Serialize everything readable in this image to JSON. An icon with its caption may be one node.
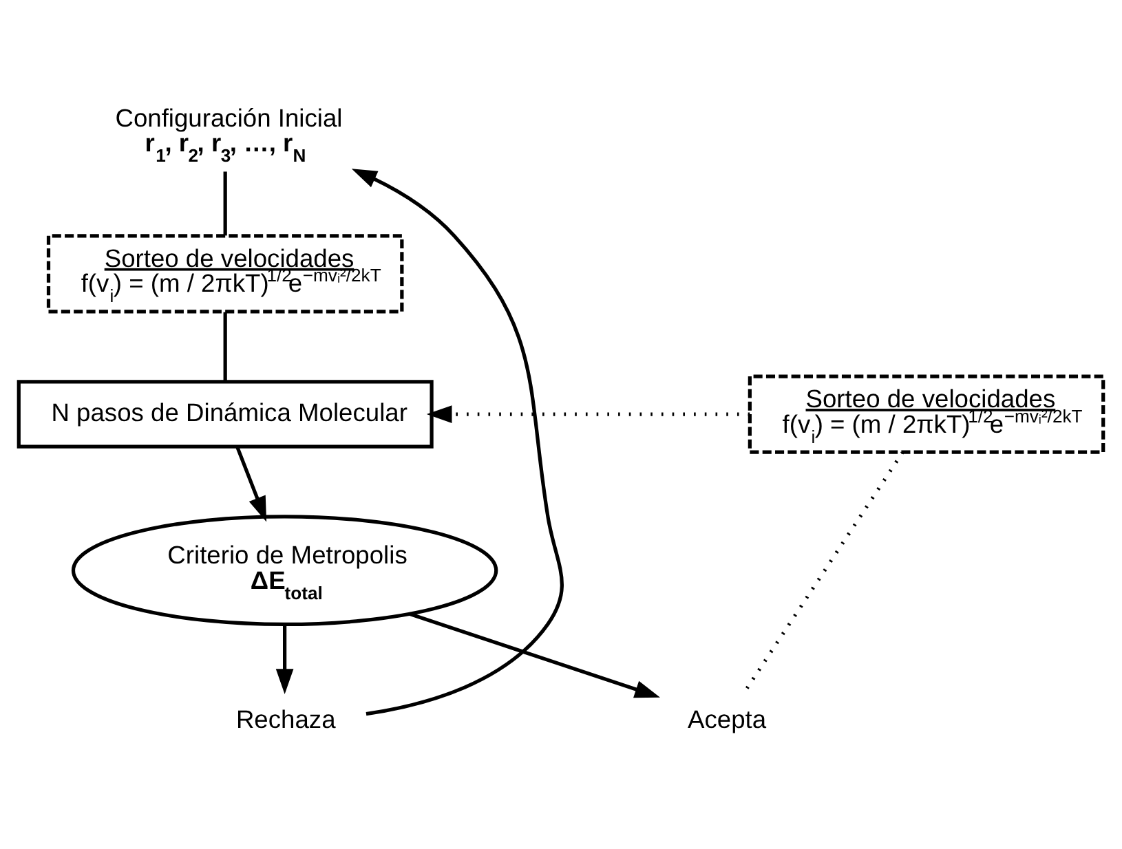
{
  "diagram": {
    "nodes": [
      {
        "text": [
          "Configuración Inicial",
          "r$_{1}$, r$_{2}$, r$_{3}$, …, r$_{N}$"
        ]
      },
      {
        "text": [
          "Sorteo de velocidades",
          "f(v$_{i}$) = (m / 2πkT)$^{1/2}$e$^{−mvᵢ²/2kT}$"
        ]
      },
      {
        "text": [
          "N pasos de Dinámica Molecular"
        ]
      },
      {
        "text": [
          "Criterio de Metropolis",
          "ΔE$_{total}$"
        ]
      },
      {
        "text": [
          "Rechaza"
        ]
      },
      {
        "text": [
          "Acepta"
        ]
      },
      {
        "text": [
          "Sorteo de velocidades",
          "f(v$_{i}$) = (m / 2πkT)$^{1/2}$e$^{−mvᵢ²/2kT}$"
        ]
      }
    ],
    "edges": [
      {
        "from": 0,
        "to": 1,
        "arrow": "none"
      },
      {
        "from": 1,
        "to": 2,
        "arrow": "none"
      },
      {
        "from": 2,
        "to": 3,
        "arrow": "to"
      },
      {
        "from": 3,
        "to": 4,
        "arrow": "to"
      },
      {
        "from": 3,
        "to": 5,
        "arrow": "to"
      },
      {
        "from": 4,
        "to": 0,
        "arrow": "to"
      },
      {
        "from": 5,
        "to": 6,
        "arrow": "none",
        "style": "dashed"
      },
      {
        "from": 6,
        "to": 2,
        "arrow": "to",
        "style": "dashed"
      }
    ]
  }
}
